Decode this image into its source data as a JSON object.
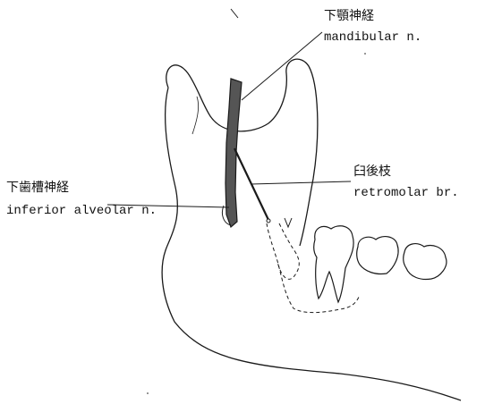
{
  "labels": {
    "mandibular_jp": "下顎神経",
    "mandibular_en": "mandibular  n.",
    "retromolar_jp": "臼後枝",
    "retromolar_en": "retromolar br.",
    "inferior_alveolar_jp": "下歯槽神経",
    "inferior_alveolar_en": "inferior alveolar n."
  },
  "colors": {
    "line": "#1a1a1a",
    "nerve_fill": "#555555",
    "background": "#ffffff"
  }
}
